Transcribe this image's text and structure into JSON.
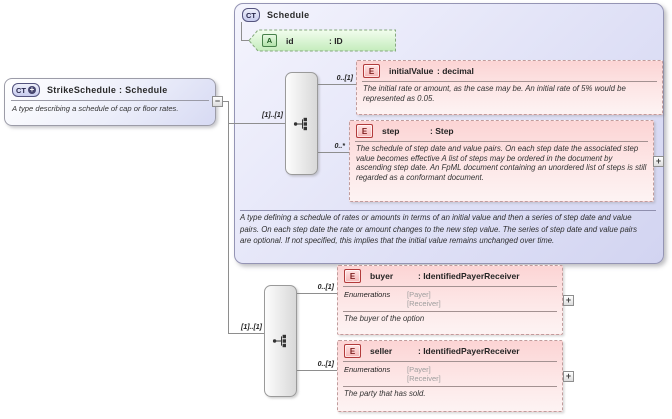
{
  "root": {
    "badge": "CT",
    "badge_plus": "+",
    "title": "StrikeSchedule : Schedule",
    "doc": "A type describing a schedule of cap or floor rates.",
    "collapse_glyph": "−"
  },
  "schedule": {
    "badge": "CT",
    "title": "Schedule",
    "attribute": {
      "badge": "A",
      "name": "id",
      "type": ": ID"
    },
    "occurrence": "[1]..[1]",
    "children": [
      {
        "badge": "E",
        "name": "initialValue",
        "type": ": decimal",
        "occurrence": "0..[1]",
        "doc": "The initial rate or amount, as the case may be. An initial rate of 5% would be represented as 0.05."
      },
      {
        "badge": "E",
        "name": "step",
        "type": ": Step",
        "occurrence": "0..*",
        "expand_glyph": "+",
        "doc": "The schedule of step date and value pairs. On each step date the associated step value becomes effective A list of steps may be ordered in the document by ascending step date. An FpML document containing an unordered list of steps is still regarded as a conformant document."
      }
    ],
    "doc": "A type defining a schedule of rates or amounts in terms of an initial value and then a series of step date and value pairs. On each step date the rate or amount changes to the new step value. The series of step date and value pairs are optional. If not specified, this implies that the initial value remains unchanged over time."
  },
  "extension": {
    "occurrence": "[1]..[1]",
    "children": [
      {
        "badge": "E",
        "name": "buyer",
        "type": ": IdentifiedPayerReceiver",
        "occurrence": "0..[1]",
        "expand_glyph": "+",
        "enum_label": "Enumerations",
        "enum_values": [
          "[Payer]",
          "[Receiver]"
        ],
        "doc": "The buyer of the option"
      },
      {
        "badge": "E",
        "name": "seller",
        "type": ": IdentifiedPayerReceiver",
        "occurrence": "0..[1]",
        "expand_glyph": "+",
        "enum_label": "Enumerations",
        "enum_values": [
          "[Payer]",
          "[Receiver]"
        ],
        "doc": "The party that has sold."
      }
    ]
  },
  "colors": {
    "complex_type_fill": "#dfe1f7",
    "element_fill": "#fcd9d9",
    "attribute_fill": "#d9f3d2",
    "element_border": "#c09c9c",
    "type_border": "#9494b4",
    "line": "#8e8e8e"
  }
}
